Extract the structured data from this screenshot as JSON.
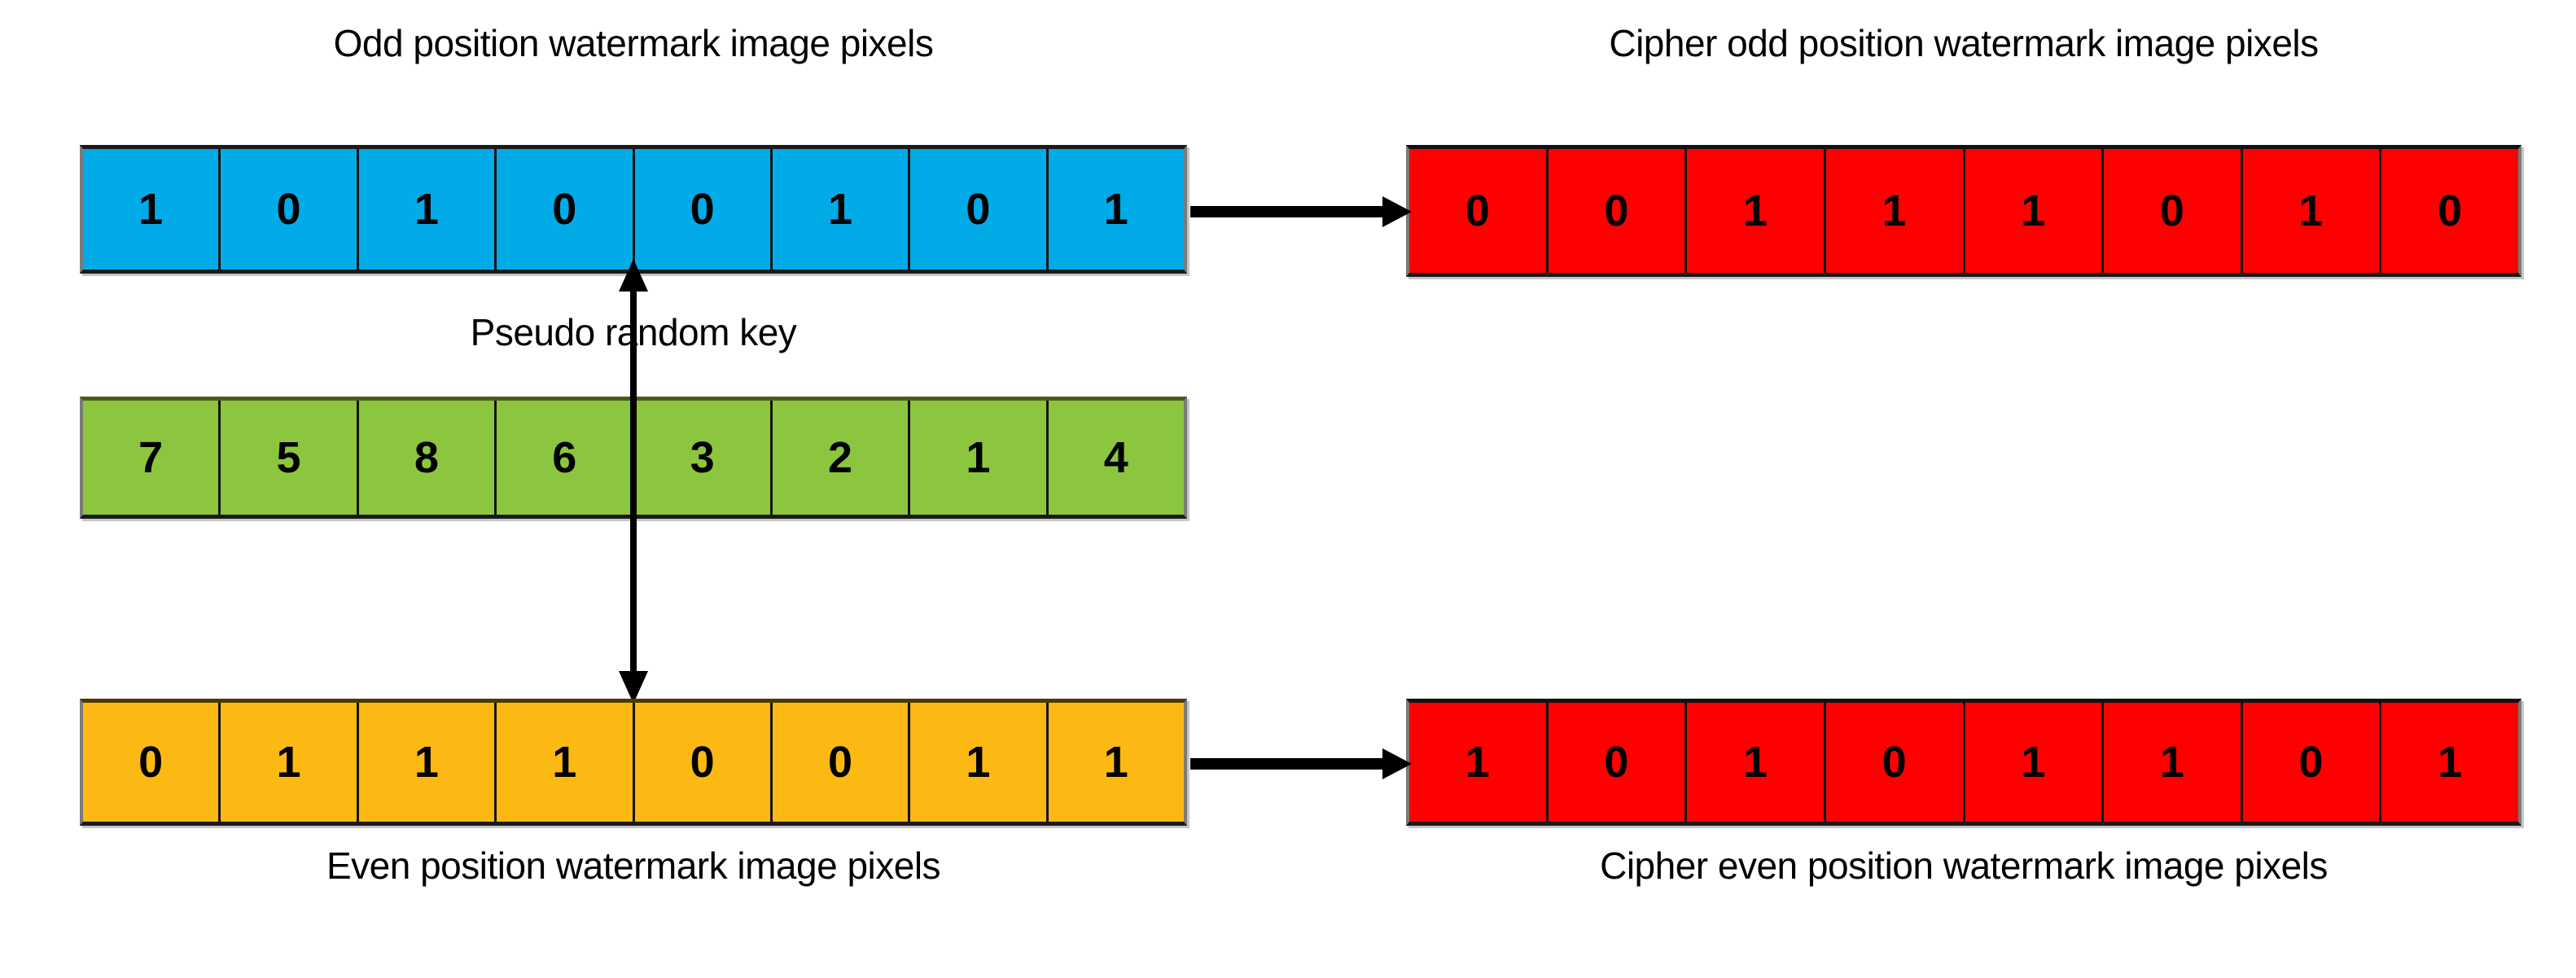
{
  "diagram": {
    "title": "Odd/Even position watermark pixel encryption with pseudo random key",
    "colors": {
      "plain_odd": "#00ABE8",
      "key": "#8CC63E",
      "plain_even": "#FDB913",
      "cipher": "#FF0000",
      "text": "#000000",
      "cell_border": "#111111",
      "background": "#FFFFFF"
    },
    "rows": {
      "odd_plain": {
        "label": "Odd position watermark image pixels",
        "label_position": "above",
        "color": "#00ABE8",
        "values": [
          "1",
          "0",
          "1",
          "0",
          "0",
          "1",
          "0",
          "1"
        ]
      },
      "odd_cipher": {
        "label": "Cipher odd position watermark image pixels",
        "label_position": "above",
        "color": "#FF0000",
        "values": [
          "0",
          "0",
          "1",
          "1",
          "1",
          "0",
          "1",
          "0"
        ]
      },
      "key": {
        "label": "Pseudo  random key",
        "label_position": "above",
        "color": "#8CC63E",
        "values": [
          "7",
          "5",
          "8",
          "6",
          "3",
          "2",
          "1",
          "4"
        ]
      },
      "even_plain": {
        "label": "Even position watermark image pixels",
        "label_position": "below",
        "color": "#FDB913",
        "values": [
          "0",
          "1",
          "1",
          "1",
          "0",
          "0",
          "1",
          "1"
        ]
      },
      "even_cipher": {
        "label": "Cipher even position watermark image pixels",
        "label_position": "below",
        "color": "#FF0000",
        "values": [
          "1",
          "0",
          "1",
          "0",
          "1",
          "1",
          "0",
          "1"
        ]
      }
    },
    "arrows": [
      {
        "name": "odd-plain-to-cipher",
        "direction": "right"
      },
      {
        "name": "even-plain-to-cipher",
        "direction": "right"
      },
      {
        "name": "key-distribution",
        "direction": "both-vertical"
      }
    ]
  }
}
